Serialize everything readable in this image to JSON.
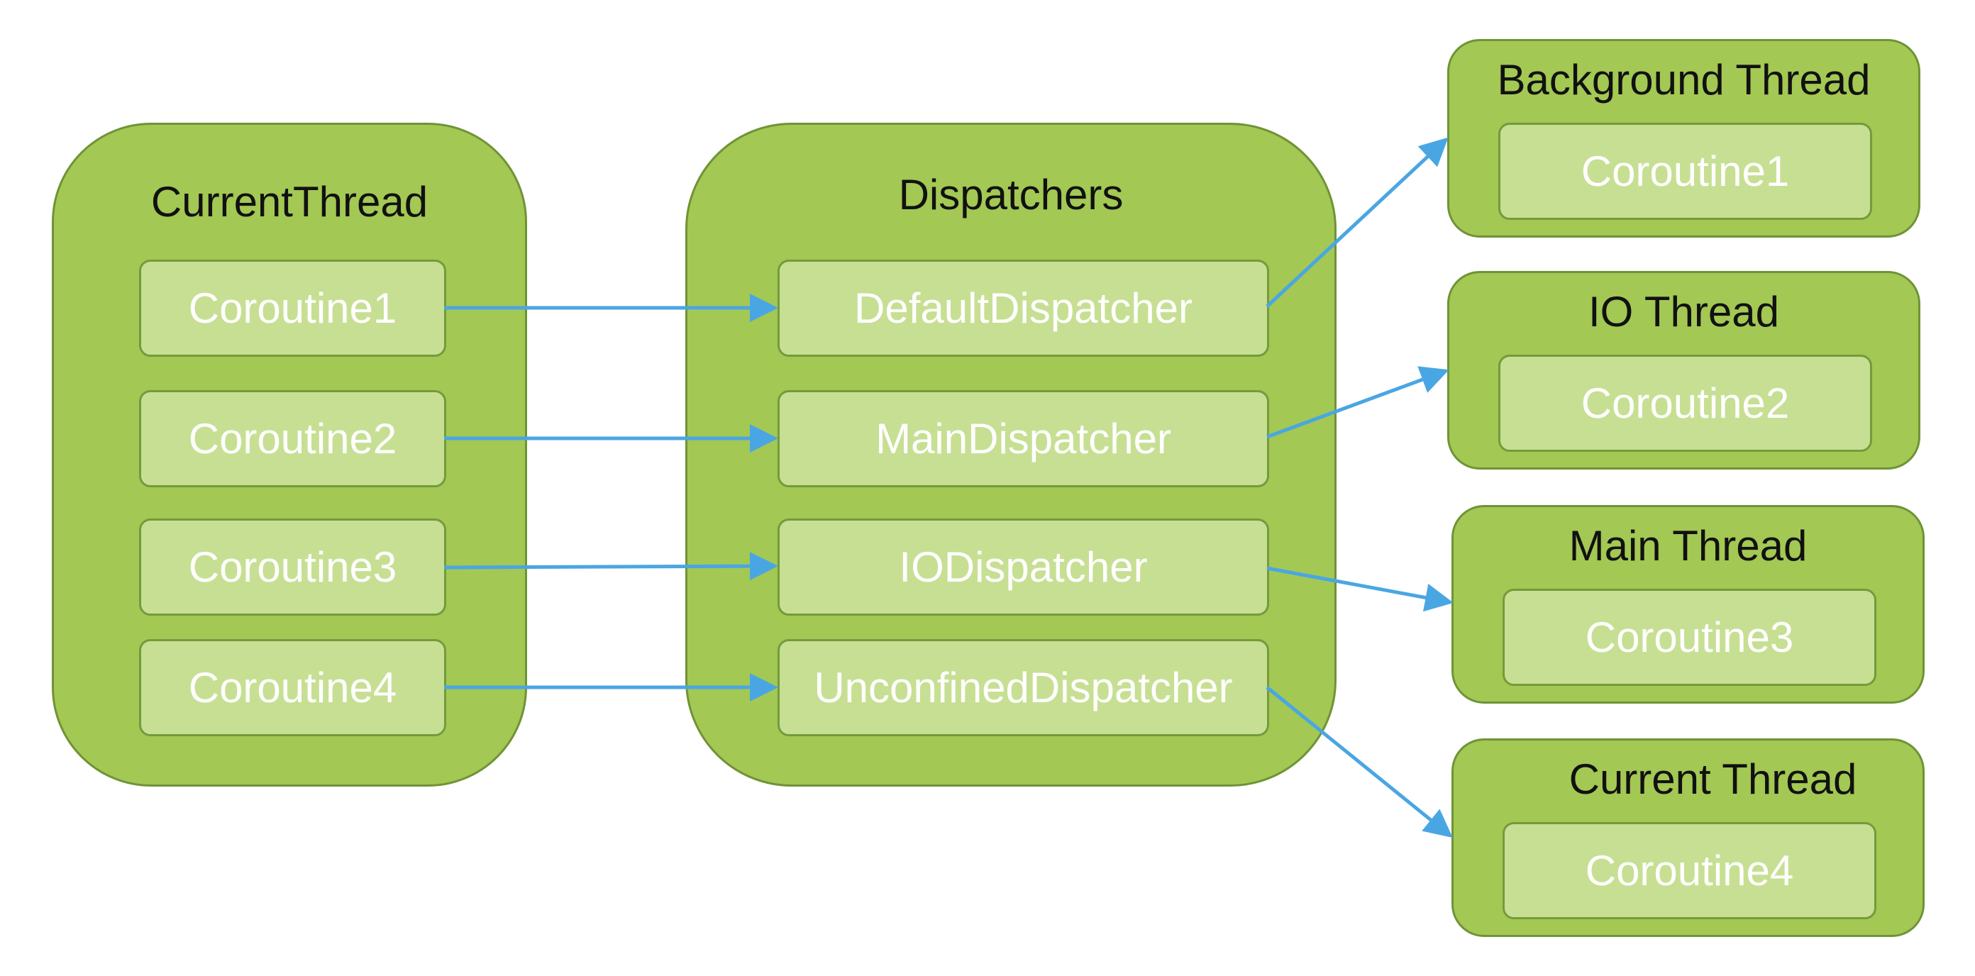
{
  "colors": {
    "group_fill": "#a3c853",
    "box_fill": "#c7df93",
    "border": "#6f9336",
    "arrow": "#4aa6e3",
    "box_text": "#ffffff",
    "title_text": "#111111"
  },
  "current_thread": {
    "title": "CurrentThread",
    "coroutines": [
      "Coroutine1",
      "Coroutine2",
      "Coroutine3",
      "Coroutine4"
    ]
  },
  "dispatchers": {
    "title": "Dispatchers",
    "items": [
      "DefaultDispatcher",
      "MainDispatcher",
      "IODispatcher",
      "UnconfinedDispatcher"
    ]
  },
  "threads": [
    {
      "title": "Background Thread",
      "coroutine": "Coroutine1"
    },
    {
      "title": "IO Thread",
      "coroutine": "Coroutine2"
    },
    {
      "title": "Main Thread",
      "coroutine": "Coroutine3"
    },
    {
      "title": "Current Thread",
      "coroutine": "Coroutine4"
    }
  ],
  "connections": [
    {
      "from": "Coroutine1",
      "to": "DefaultDispatcher"
    },
    {
      "from": "Coroutine2",
      "to": "MainDispatcher"
    },
    {
      "from": "Coroutine3",
      "to": "IODispatcher"
    },
    {
      "from": "Coroutine4",
      "to": "UnconfinedDispatcher"
    },
    {
      "from": "DefaultDispatcher",
      "to": "Background Thread"
    },
    {
      "from": "MainDispatcher",
      "to": "IO Thread"
    },
    {
      "from": "IODispatcher",
      "to": "Main Thread"
    },
    {
      "from": "UnconfinedDispatcher",
      "to": "Current Thread"
    }
  ]
}
